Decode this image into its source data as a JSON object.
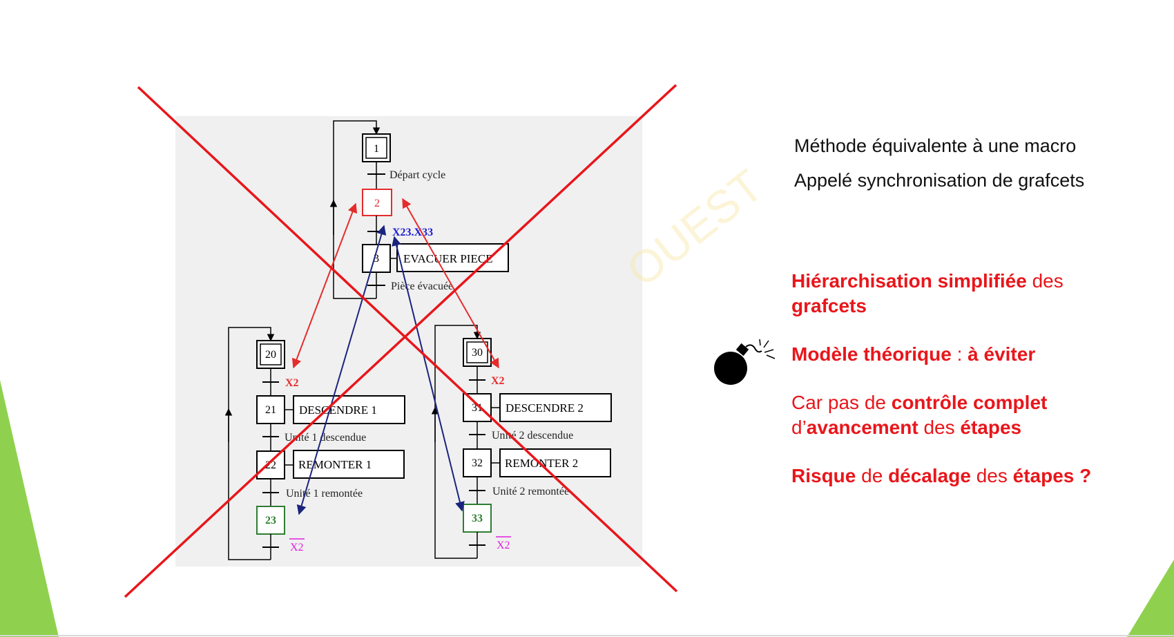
{
  "diagram": {
    "steps": {
      "s1": "1",
      "s2": "2",
      "s3": "3",
      "s20": "20",
      "s21": "21",
      "s22": "22",
      "s23": "23",
      "s30": "30",
      "s31": "31",
      "s32": "32",
      "s33": "33"
    },
    "actions": {
      "a3": "EVACUER PIECE",
      "a21": "DESCENDRE 1",
      "a22": "REMONTER 1",
      "a31": "DESCENDRE 2",
      "a32": "REMONTER 2"
    },
    "transitions": {
      "t1": "Départ cycle",
      "t2": "X23.X33",
      "t3": "Pièce évacuée",
      "t20": "X2",
      "t21": "Unité 1 descendue",
      "t22": "Unité 1 remontée",
      "t23": "X2",
      "t30": "X2",
      "t31": "Unité 2 descendue",
      "t32": "Unité 2 remontée",
      "t33": "X2"
    },
    "watermark": "OUEST"
  },
  "text": {
    "line1": "Méthode équivalente à une macro",
    "line2": "Appelé synchronisation de grafcets",
    "h1_bold1": "Hiérarchisation simplifiée",
    "h1_normal": " des",
    "h1_bold2": "grafcets",
    "m_bold1": "Modèle théorique",
    "m_normal": " : ",
    "m_bold2": "à éviter",
    "c_normal1": "Car pas de ",
    "c_bold1": "contrôle complet",
    "c_normal2": "d’",
    "c_bold2": "avancement",
    "c_normal3": " des ",
    "c_bold3": "étapes",
    "r_bold1": "Risque",
    "r_normal1": " de ",
    "r_bold2": "décalage",
    "r_normal2": " des ",
    "r_bold3": "étapes ?"
  },
  "colors": {
    "accent_green": "#8fd14f",
    "cross_red": "#e8161b",
    "link_red": "#e52b2b",
    "link_blue": "#1a237e",
    "step_green": "#2e7d32",
    "condition_magenta": "#e01ee0",
    "condition_blue": "#1c1cd6"
  },
  "icons": {
    "bomb": "bomb-icon"
  }
}
